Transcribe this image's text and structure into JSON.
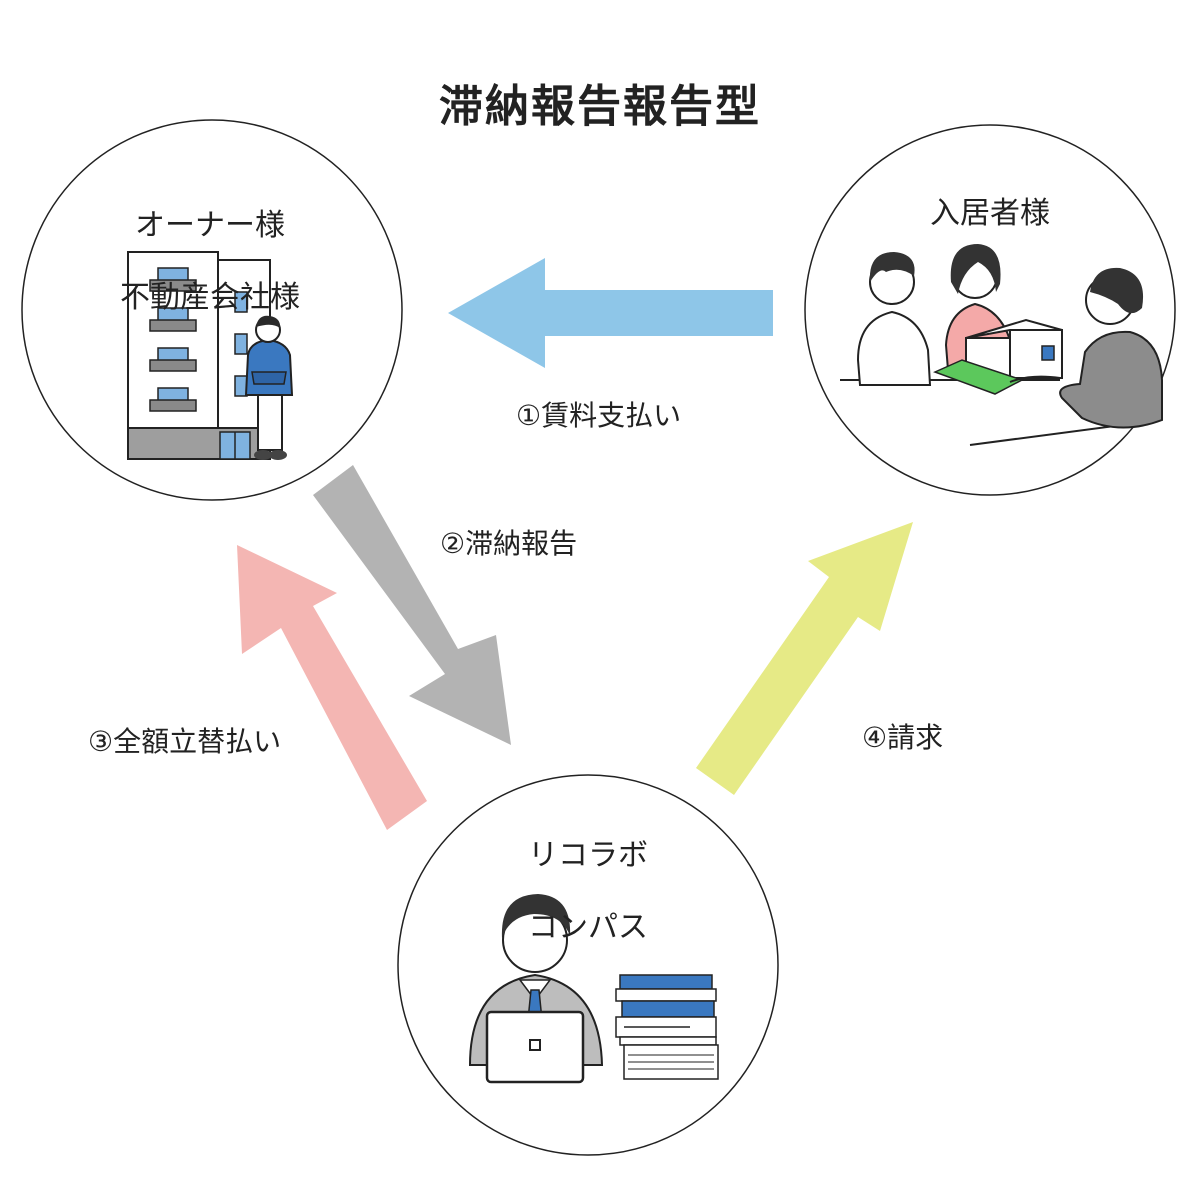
{
  "title": "滞納報告報告型",
  "nodes": {
    "owner": {
      "line1": "オーナー様",
      "line2": "不動産会社様"
    },
    "tenant": {
      "line1": "入居者様"
    },
    "company": {
      "line1": "リコラボ",
      "line2": "コンパス"
    }
  },
  "edges": {
    "rent_payment": {
      "label": "①賃料支払い",
      "color": "#8ec6e8"
    },
    "delinquency_report": {
      "label": "②滞納報告",
      "color": "#b3b3b3"
    },
    "full_advance_payment": {
      "label": "③全額立替払い",
      "color": "#f4b6b3"
    },
    "billing": {
      "label": "④請求",
      "color": "#e6ea86"
    }
  },
  "colors": {
    "blue_accent": "#3a78c0",
    "green_accent": "#5cc85c",
    "pink_accent": "#f4a9a8",
    "gray_accent": "#999999",
    "outline": "#222222"
  }
}
